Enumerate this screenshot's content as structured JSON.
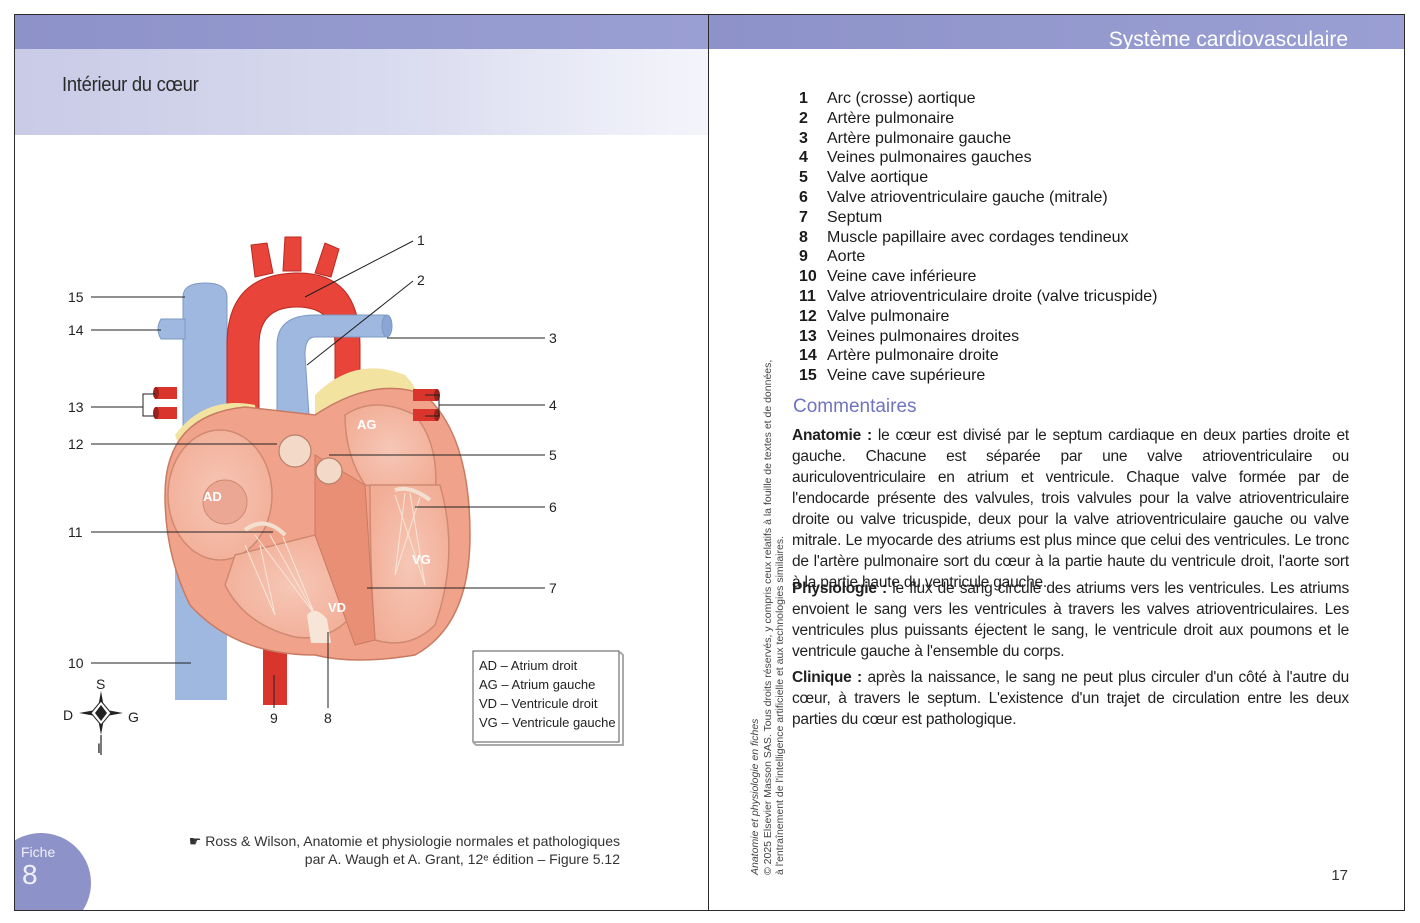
{
  "left_page": {
    "title": "Intérieur du cœur",
    "figure": {
      "callouts": [
        "1",
        "2",
        "3",
        "4",
        "5",
        "6",
        "7",
        "8",
        "9",
        "10",
        "11",
        "12",
        "13",
        "14",
        "15"
      ],
      "region_labels": {
        "ad": "AD",
        "ag": "AG",
        "vd": "VD",
        "vg": "VG"
      },
      "key": [
        "AD – Atrium droit",
        "AG – Atrium gauche",
        "VD – Ventricule droit",
        "VG – Ventricule gauche"
      ],
      "compass": {
        "north": "S",
        "south": "I",
        "west": "D",
        "east": "G"
      },
      "colors": {
        "artery": "#e8443a",
        "vein": "#9fb8e0",
        "myocardium": "#f0a38a",
        "fat": "#f3e3a0"
      }
    },
    "credit": {
      "line1": "Ross & Wilson, Anatomie et physiologie normales et pathologiques",
      "line2": "par A. Waugh et A. Grant, 12ᵉ édition – Figure 5.12",
      "icon": "pointing-hand-icon"
    },
    "fiche": {
      "label": "Fiche",
      "number": "8"
    }
  },
  "right_page": {
    "band_title": "Système cardiovasculaire",
    "legend": [
      {
        "num": "1",
        "text": "Arc (crosse) aortique"
      },
      {
        "num": "2",
        "text": "Artère pulmonaire"
      },
      {
        "num": "3",
        "text": "Artère pulmonaire gauche"
      },
      {
        "num": "4",
        "text": "Veines pulmonaires gauches"
      },
      {
        "num": "5",
        "text": "Valve aortique"
      },
      {
        "num": "6",
        "text": "Valve atrioventriculaire gauche (mitrale)"
      },
      {
        "num": "7",
        "text": "Septum"
      },
      {
        "num": "8",
        "text": "Muscle papillaire avec cordages tendineux"
      },
      {
        "num": "9",
        "text": "Aorte"
      },
      {
        "num": "10",
        "text": "Veine cave inférieure"
      },
      {
        "num": "11",
        "text": "Valve atrioventriculaire droite (valve tricuspide)"
      },
      {
        "num": "12",
        "text": "Valve pulmonaire"
      },
      {
        "num": "13",
        "text": "Veines pulmonaires droites"
      },
      {
        "num": "14",
        "text": "Artère pulmonaire droite"
      },
      {
        "num": "15",
        "text": "Veine cave supérieure"
      }
    ],
    "comments_heading": "Commentaires",
    "paragraphs": {
      "anatomie": {
        "label": "Anatomie :",
        "text": " le cœur est divisé par le septum cardiaque en deux parties droite et gauche. Chacune est séparée par une valve atrioventriculaire ou auriculoventriculaire en atrium et ventricule. Chaque valve formée par de l'endocarde présente des valvules, trois valvules pour la valve atrioventriculaire droite ou valve tricuspide, deux pour la valve atrioventriculaire gauche ou valve mitrale. Le myocarde des atriums est plus mince que celui des ventricules. Le tronc de l'artère pulmonaire sort du cœur à la partie haute du ventricule droit, l'aorte sort à la partie haute du ventricule gauche."
      },
      "physiologie": {
        "label": "Physiologie :",
        "text": " le flux de sang circule des atriums vers les ventricules. Les atriums envoient le sang vers les ventricules à travers les valves atrioventriculaires. Les ventricules plus puissants éjectent le sang, le ventricule droit aux poumons et le ventricule gauche à l'ensemble du corps."
      },
      "clinique": {
        "label": "Clinique :",
        "text": " après la naissance, le sang ne peut plus circuler d'un côté à l'autre du cœur, à travers le septum. L'existence d'un trajet de circulation entre les deux parties du cœur est pathologique."
      }
    },
    "copyright": {
      "line1": "Anatomie et physiologie en fiches",
      "line2": "© 2025 Elsevier Masson SAS. Tous droits réservés, y compris ceux relatifs à la fouille de textes et de données,",
      "line3": "à l'entraînement de l'intelligence artificielle et aux technologies similaires."
    },
    "page_number": "17"
  }
}
